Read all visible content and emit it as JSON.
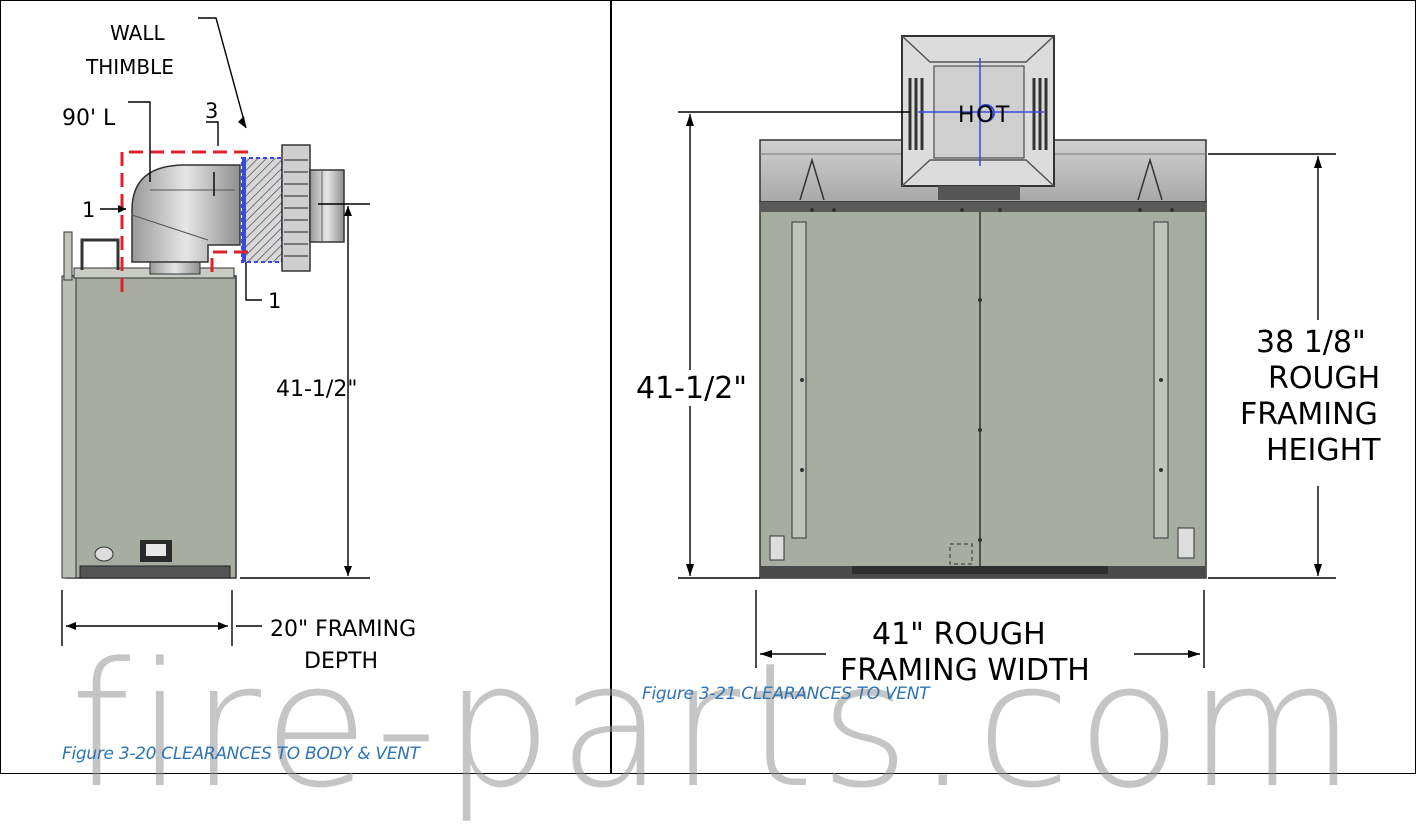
{
  "left_panel": {
    "labels": {
      "wall": "WALL",
      "thimble": "THIMBLE",
      "elbow": "90' L",
      "clear_3": "3",
      "clear_1_left": "1",
      "clear_1_bottom": "1",
      "height": "41-1/2\"",
      "depth_line1": "20\" FRAMING",
      "depth_line2": "DEPTH"
    },
    "caption": "Figure 3-20 CLEARANCES TO BODY & VENT"
  },
  "right_panel": {
    "labels": {
      "hot": "HOT",
      "height": "41-1/2\"",
      "rough_h_1": "38 1/8\"",
      "rough_h_2": "ROUGH",
      "rough_h_3": "FRAMING",
      "rough_h_4": "HEIGHT",
      "width_1": "41\" ROUGH",
      "width_2": "FRAMING WIDTH"
    },
    "caption": "Figure 3-21 CLEARANCES TO VENT"
  },
  "watermark": "fire-parts.com",
  "colors": {
    "body": "#a7ada1",
    "clearance_red": "#e0202a",
    "thimble_blue": "#3a4adf",
    "caption_blue": "#2e74b5",
    "watermark_grey": "#969696"
  }
}
